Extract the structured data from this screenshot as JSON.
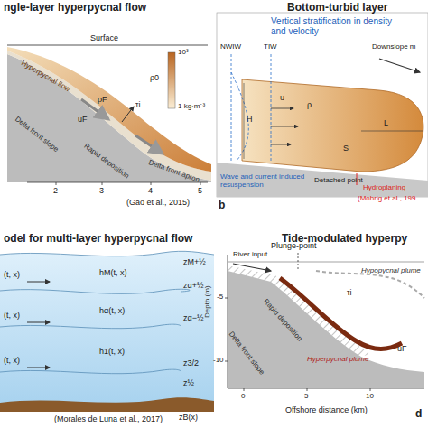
{
  "diagram": {
    "labels": [
      "ngle-layer hyperpycnal flow",
      "Bottom-turbid layer",
      "Surface",
      "Hyperpycnal flow",
      "10³",
      "1 kg·m⁻³",
      "ρ0",
      "ρF",
      "uF",
      "τi",
      "Delta front slope",
      "Rapid deposition",
      "Delta front apron",
      "2",
      "3",
      "4",
      "5",
      "(Gao et al., 2015)",
      "b",
      "Vertical stratification in density and velocity",
      "NWIW",
      "TIW",
      "Downslope m",
      "Wave and current induced resuspension",
      "Detached point",
      "Hydroplaning",
      "(Mohrig et al., 199",
      "H",
      "L",
      "S",
      "u",
      "ρ",
      "odel for multi-layer hyperpycnal flow",
      "Tide-modulated hyperpy",
      "(t, x)",
      "(t, x)",
      "(t, x)",
      "hM(t, x)",
      "hα(t, x)",
      "h1(t, x)",
      "zM+½",
      "zα+½",
      "zα−½",
      "z3/2",
      "z½",
      "zB(x)",
      "(Morales de Luna et al., 2017)",
      "Plunge-point",
      "River input",
      "Hypopycnal plume",
      "Hyperpycnal plume",
      "Delta front slope",
      "Rapid deposition",
      "Depth (m)",
      "-5",
      "-10",
      "0",
      "5",
      "10",
      "Offshore distance (km)",
      "τi",
      "uF",
      "d"
    ]
  }
}
